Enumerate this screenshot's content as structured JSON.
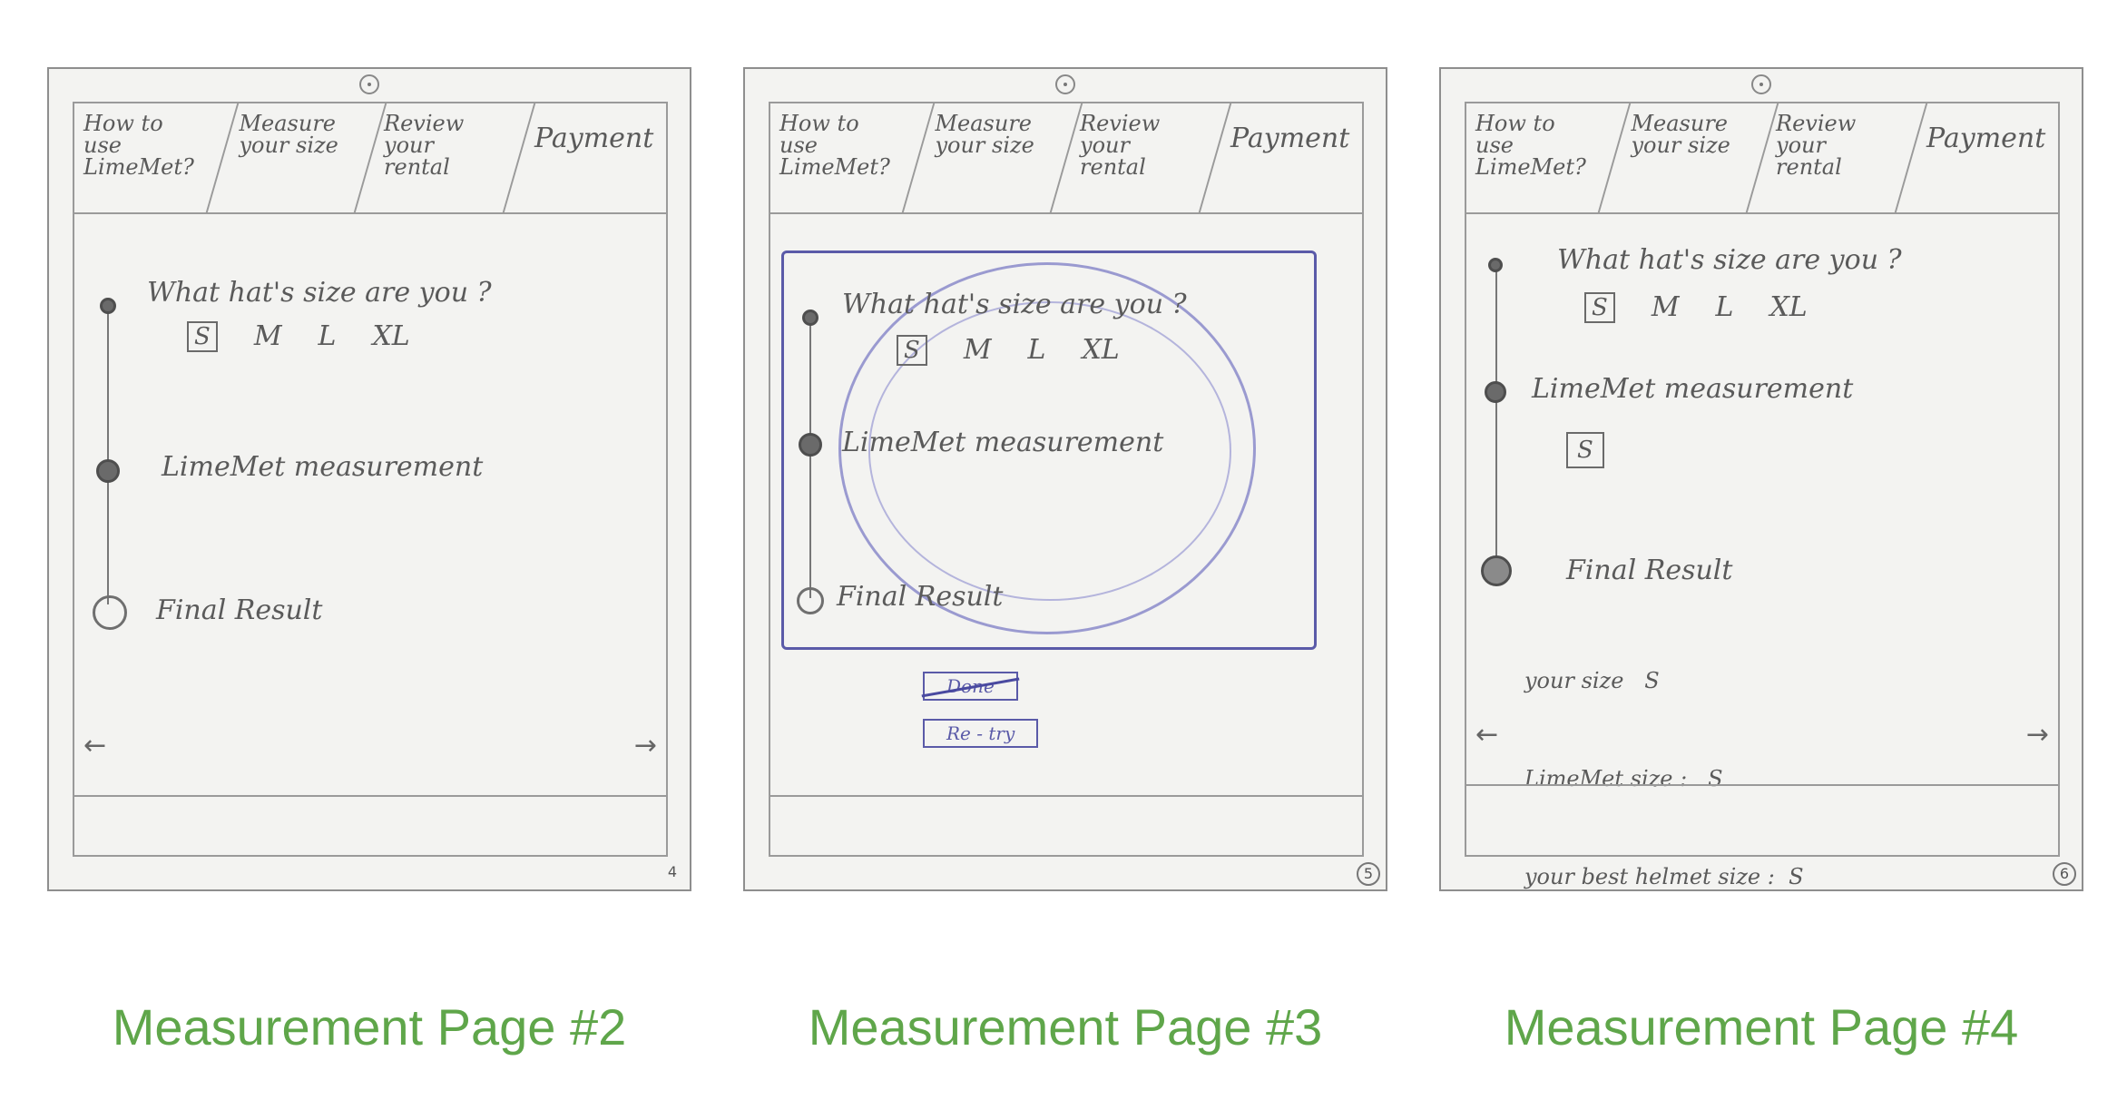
{
  "captions": {
    "page2": "Measurement Page #2",
    "page3": "Measurement Page #3",
    "page4": "Measurement Page #4"
  },
  "tabs": {
    "how_to": "How to\nuse\nLimeMet?",
    "measure": "Measure\nyour size",
    "review": "Review\nyour\nrental",
    "payment": "Payment"
  },
  "steps": {
    "question": "What hat's size are you ?",
    "measurement": "LimeMet measurement",
    "final": "Final Result"
  },
  "sizes": [
    "S",
    "M",
    "L",
    "XL"
  ],
  "sketch3": {
    "done_label": "Done",
    "retry_label": "Re - try",
    "page_number": "5"
  },
  "sketch2": {
    "page_number": "4"
  },
  "sketch4": {
    "measured_size": "S",
    "result_your_size": "your size   S",
    "result_limemet_size": "LimeMet size :   S",
    "result_best_size": "your best helmet size :  S",
    "page_number": "6"
  },
  "icons": {
    "back": "arrow-left-icon",
    "forward": "arrow-right-icon",
    "camera": "camera-icon"
  },
  "colors": {
    "caption": "#5fa64a",
    "pencil": "#6a6a6a",
    "overlay": "#5a5aa8"
  }
}
